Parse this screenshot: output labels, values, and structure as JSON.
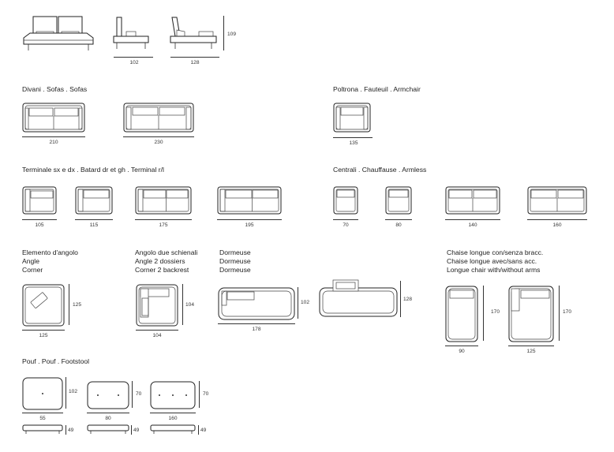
{
  "sections": {
    "sofas": "Divani . Sofas . Sofas",
    "armchair": "Poltrona . Fauteuil . Armchair",
    "terminals": "Terminale sx e dx . Batard dr et gh . Terminal r/l",
    "armless": "Centrali . Chauffause . Armless",
    "corner": [
      "Elemento d'angolo",
      "Angle",
      "Corner"
    ],
    "corner2": [
      "Angolo due schienali",
      "Angle 2 dossiers",
      "Corner 2 backrest"
    ],
    "dormeuse": [
      "Dormeuse",
      "Dormeuse",
      "Dormeuse"
    ],
    "chaise": [
      "Chaise longue con/senza bracc.",
      "Chaise longue avec/sans acc.",
      "Longue chair with/without arms"
    ],
    "pouf": "Pouf . Pouf . Footstool"
  },
  "dims": {
    "top_height": "109",
    "top_side_a": "102",
    "top_side_b": "128",
    "sofa_210": "210",
    "sofa_230": "230",
    "armchair_135": "135",
    "term_105": "105",
    "term_115": "115",
    "term_175": "175",
    "term_195": "195",
    "armless_70": "70",
    "armless_80": "80",
    "armless_140": "140",
    "armless_160": "160",
    "corner_w": "125",
    "corner_d": "125",
    "corner2_w": "104",
    "corner2_d": "104",
    "dormeuse_w": "178",
    "dormeuse_d": "102",
    "dormeuse2_d": "128",
    "chaise_w": "90",
    "chaise_d": "170",
    "chaise2_w": "125",
    "chaise2_d": "170",
    "pouf1_w": "55",
    "pouf1_d": "102",
    "pouf2_w": "80",
    "pouf2_d": "70",
    "pouf3_w": "160",
    "pouf3_d": "70",
    "pouf_h1": "49",
    "pouf_h2": "49",
    "pouf_h3": "49"
  }
}
